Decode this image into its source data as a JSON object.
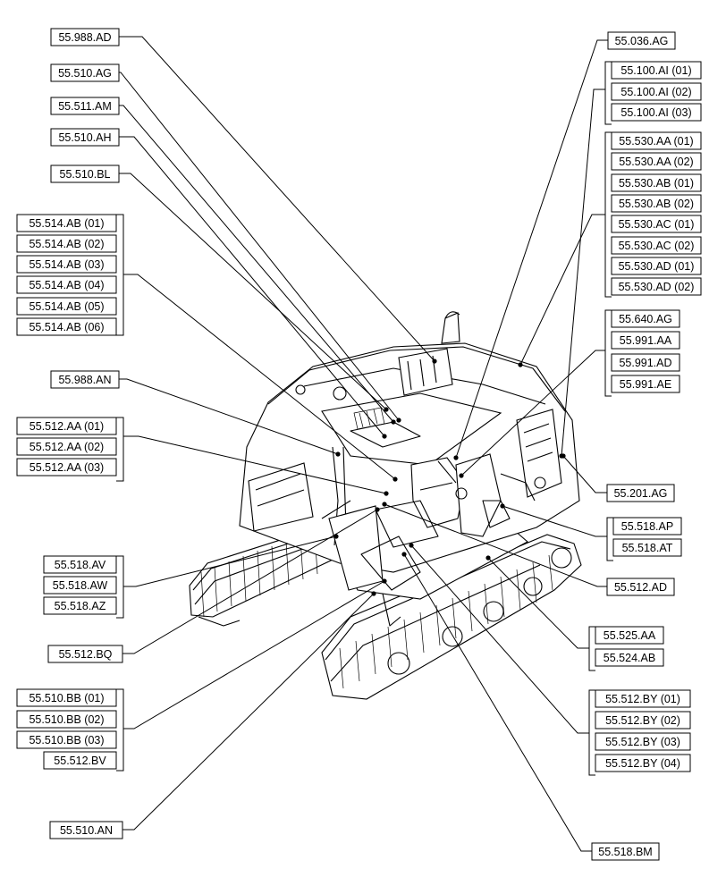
{
  "labels": {
    "a_988_ad": "55.988.AD",
    "a_510_ag": "55.510.AG",
    "a_511_am": "55.511.AM",
    "a_510_ah": "55.510.AH",
    "a_510_bl": "55.510.BL",
    "a_514_ab_01": "55.514.AB (01)",
    "a_514_ab_02": "55.514.AB (02)",
    "a_514_ab_03": "55.514.AB (03)",
    "a_514_ab_04": "55.514.AB (04)",
    "a_514_ab_05": "55.514.AB (05)",
    "a_514_ab_06": "55.514.AB (06)",
    "a_988_an": "55.988.AN",
    "a_512_aa_01": "55.512.AA (01)",
    "a_512_aa_02": "55.512.AA (02)",
    "a_512_aa_03": "55.512.AA (03)",
    "a_518_av": "55.518.AV",
    "a_518_aw": "55.518.AW",
    "a_518_az": "55.518.AZ",
    "a_512_bq": "55.512.BQ",
    "a_510_bb_01": "55.510.BB (01)",
    "a_510_bb_02": "55.510.BB (02)",
    "a_510_bb_03": "55.510.BB (03)",
    "a_512_bv": "55.512.BV",
    "a_510_an": "55.510.AN",
    "b_036_ag": "55.036.AG",
    "b_100_ai_01": "55.100.AI (01)",
    "b_100_ai_02": "55.100.AI (02)",
    "b_100_ai_03": "55.100.AI (03)",
    "b_530_aa_01": "55.530.AA (01)",
    "b_530_aa_02": "55.530.AA (02)",
    "b_530_ab_01": "55.530.AB (01)",
    "b_530_ab_02": "55.530.AB (02)",
    "b_530_ac_01": "55.530.AC (01)",
    "b_530_ac_02": "55.530.AC (02)",
    "b_530_ad_01": "55.530.AD (01)",
    "b_530_ad_02": "55.530.AD (02)",
    "b_640_ag": "55.640.AG",
    "b_991_aa": "55.991.AA",
    "b_991_ad": "55.991.AD",
    "b_991_ae": "55.991.AE",
    "b_201_ag": "55.201.AG",
    "b_518_ap": "55.518.AP",
    "b_518_at": "55.518.AT",
    "b_512_ad": "55.512.AD",
    "b_525_aa": "55.525.AA",
    "b_524_ab": "55.524.AB",
    "b_512_by_01": "55.512.BY (01)",
    "b_512_by_02": "55.512.BY (02)",
    "b_512_by_03": "55.512.BY (03)",
    "b_512_by_04": "55.512.BY (04)",
    "b_518_bm": "55.518.BM"
  }
}
